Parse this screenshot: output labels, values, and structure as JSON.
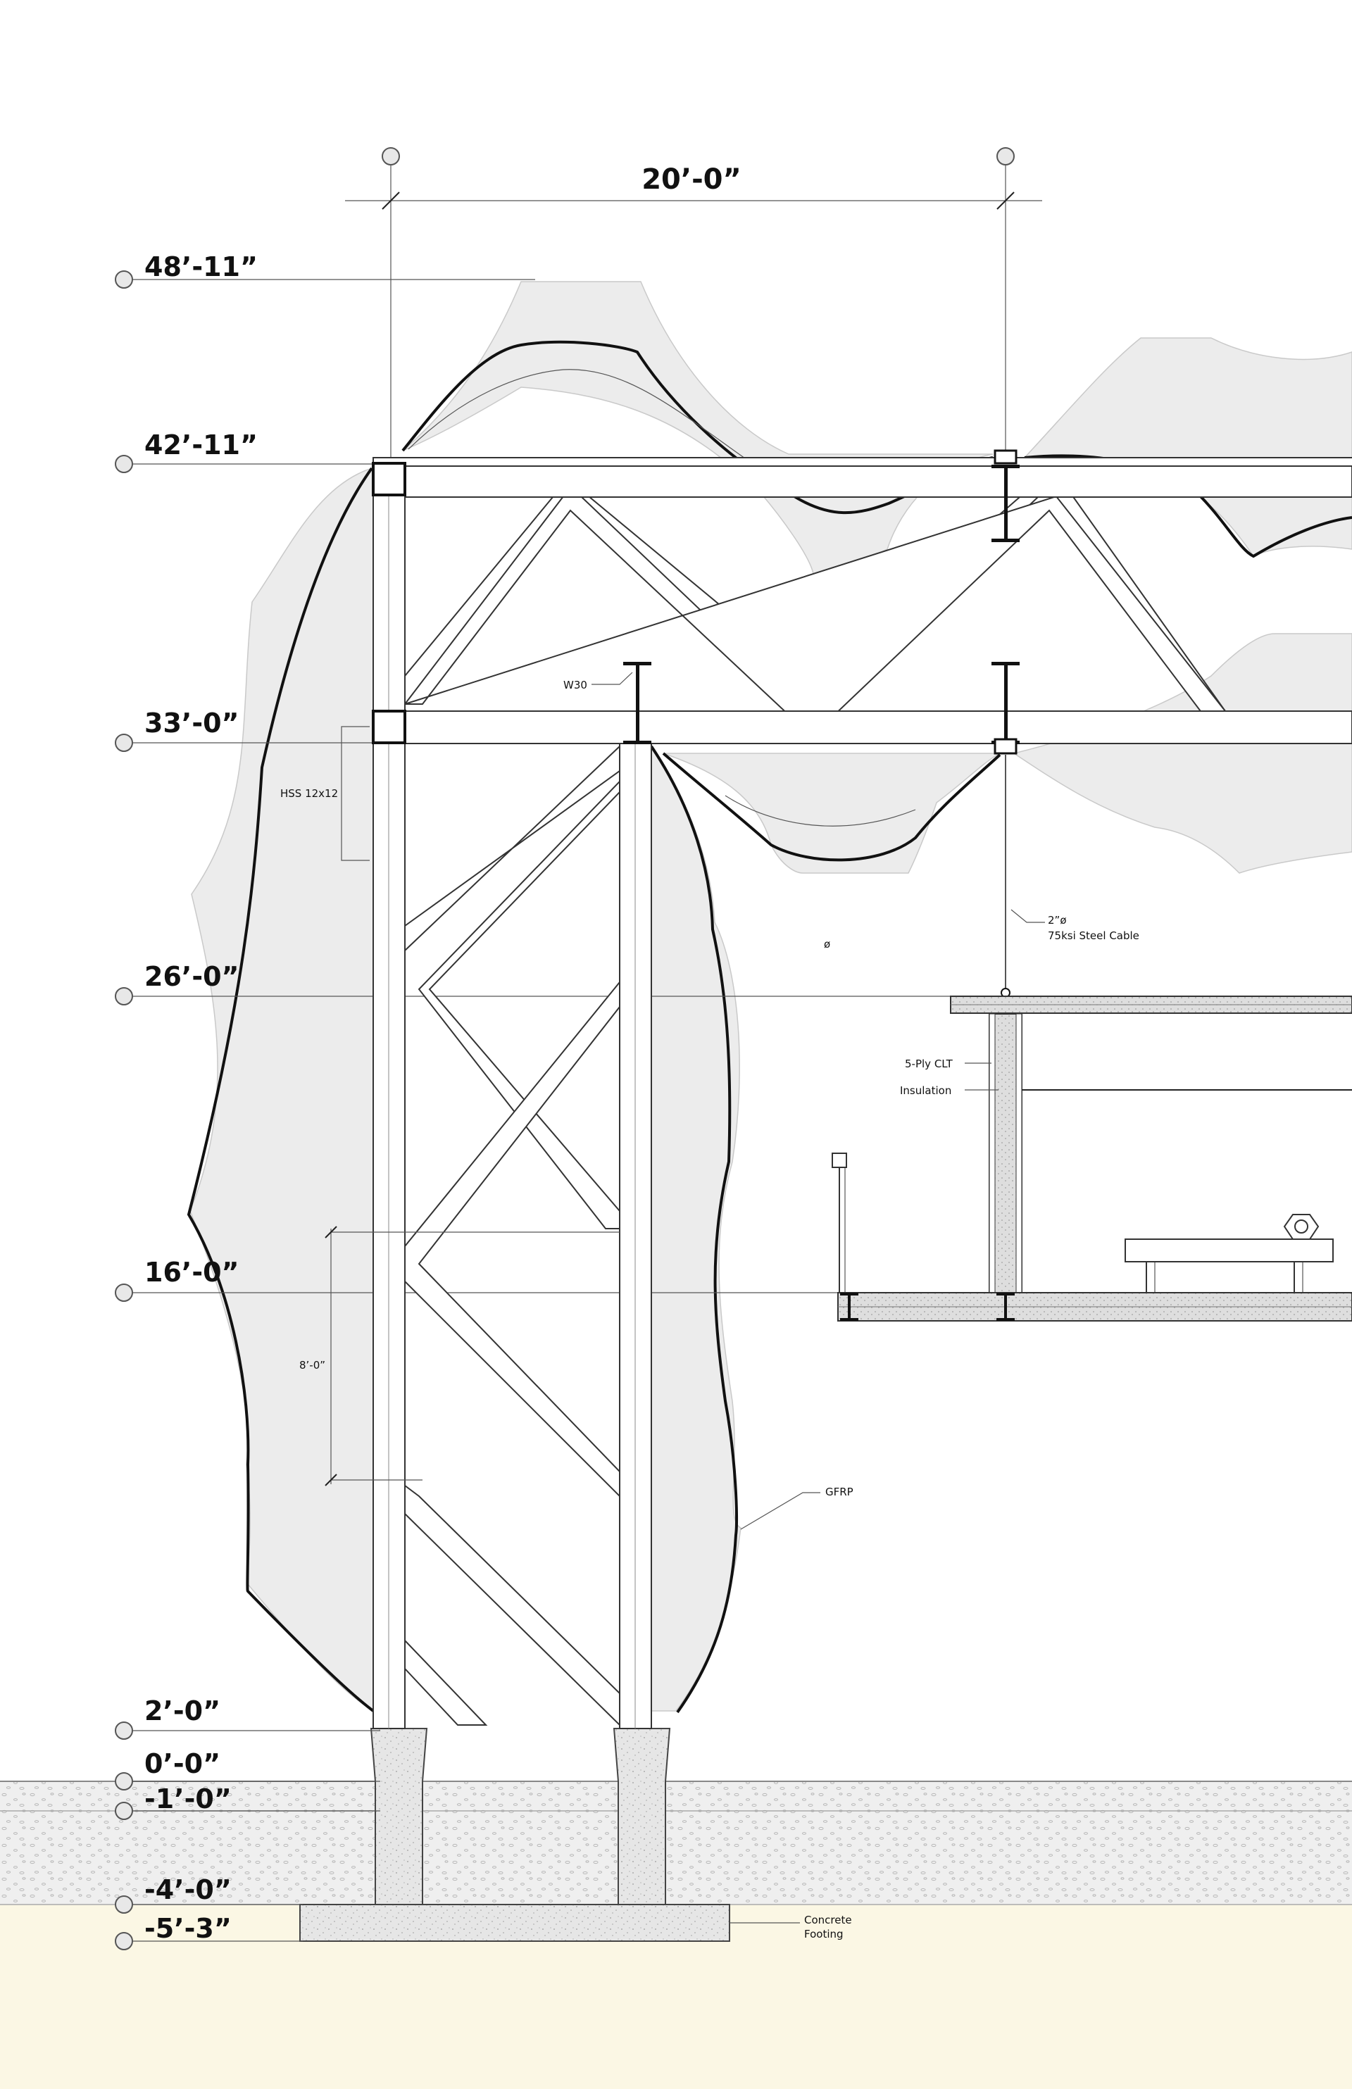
{
  "levels": [
    {
      "label": "48’-11”"
    },
    {
      "label": "42’-11”"
    },
    {
      "label": "33’-0”"
    },
    {
      "label": "26’-0”"
    },
    {
      "label": "16’-0”"
    },
    {
      "label": "2’-0”"
    },
    {
      "label": "0’-0”"
    },
    {
      "label": "-1’-0”"
    },
    {
      "label": "-4’-0”"
    },
    {
      "label": "-5’-3”"
    }
  ],
  "grid_dimension": "20’-0”",
  "spacing_dimension": "8’-0”",
  "callouts": {
    "w30": "W30",
    "hss": "HSS 12x12",
    "cable_size": "2”ø",
    "cable_type": "75ksi Steel Cable",
    "diameter_symbol": "ø",
    "clt": "5-Ply CLT",
    "insulation": "Insulation",
    "gfrp": "GFRP",
    "footing_1": "Concrete",
    "footing_2": "Footing"
  },
  "colors": {
    "skin": "#ececec",
    "gravel": "#efefef",
    "subsoil": "#fbf7e4",
    "concrete": "#e6e6e6"
  }
}
